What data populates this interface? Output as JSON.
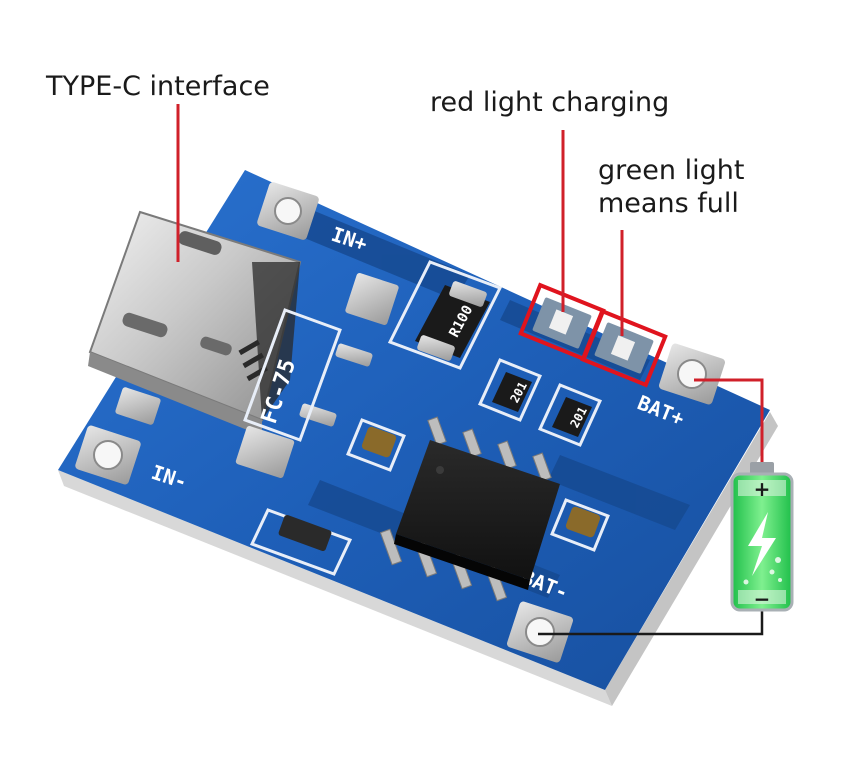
{
  "callouts": {
    "type_c": "TYPE-C interface",
    "red_light": "red light charging",
    "green_light_line1": "green light",
    "green_light_line2": "means full"
  },
  "board": {
    "pad_in_plus": "IN+",
    "pad_in_minus": "IN-",
    "pad_bat_plus": "BAT+",
    "pad_bat_minus": "BAT-",
    "silk_model": "FC-75",
    "resistor_code": "R100",
    "small_resistor_code_1": "201",
    "small_resistor_code_2": "201"
  },
  "battery": {
    "plus_symbol": "+",
    "minus_symbol": "−"
  },
  "colors": {
    "pcb_blue": "#1e5fb8",
    "callout_line_red": "#d0202a",
    "highlight_box_red": "#e0141e",
    "battery_green": "#2ed35a",
    "wire_black": "#1a1a1a"
  }
}
